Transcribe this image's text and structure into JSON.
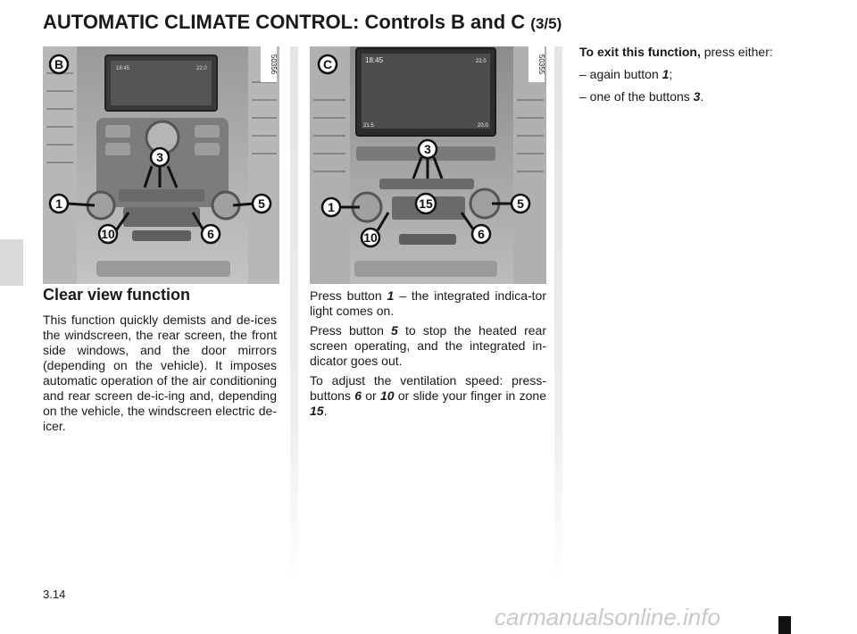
{
  "header": {
    "title": "AUTOMATIC CLIMATE CONTROL: Controls B and C",
    "part": "(3/5)"
  },
  "figure_b": {
    "letter": "B",
    "ref": "50356",
    "time": "18:45",
    "temp_right": "22.0",
    "callouts": [
      "1",
      "3",
      "5",
      "10",
      "6"
    ]
  },
  "figure_c": {
    "letter": "C",
    "ref": "50355",
    "time": "18:45",
    "temp_right": "22.0",
    "temp_left_low": "21.5",
    "temp_right_low": "20.0",
    "callouts": [
      "1",
      "3",
      "15",
      "5",
      "10",
      "6"
    ]
  },
  "left_col": {
    "heading": "Clear view function",
    "body": "This function quickly demists and de-ices the windscreen, the rear screen, the front side windows, and the door mirrors (depending on the vehicle). It imposes automatic operation of the air conditioning and rear screen de-ic-ing and, depending on the vehicle, the windscreen electric de-icer."
  },
  "mid_col": {
    "p1_a": "Press button ",
    "p1_n": "1",
    "p1_b": " – the integrated indica-tor light comes on.",
    "p2_a": "Press button ",
    "p2_n": "5",
    "p2_b": " to stop the heated rear screen operating, and the integrated in-dicator goes out.",
    "p3_a": "To adjust the ventilation speed: press-buttons ",
    "p3_n1": "6",
    "p3_b": " or ",
    "p3_n2": "10",
    "p3_c": " or slide your finger in zone ",
    "p3_n3": "15",
    "p3_d": "."
  },
  "right_col": {
    "lead": "To exit this function,",
    "lead_rest": " press either:",
    "item1_a": "–  again button ",
    "item1_n": "1",
    "item1_b": ";",
    "item2_a": "–  one of the buttons ",
    "item2_n": "3",
    "item2_b": "."
  },
  "footer": {
    "page": "3.14",
    "watermark": "carmanualsonline.info"
  }
}
